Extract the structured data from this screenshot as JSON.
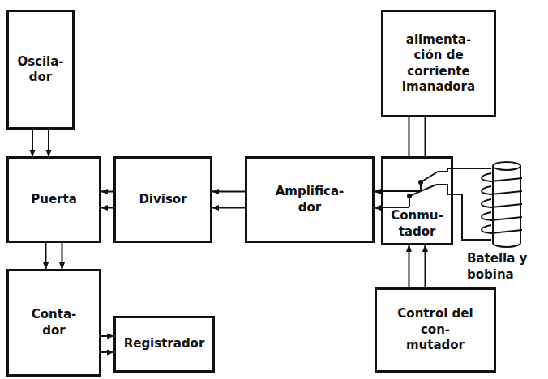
{
  "diagram": {
    "nodes": [
      {
        "text": [
          "Oscila- dor"
        ]
      },
      {
        "text": [
          "Puerta"
        ]
      },
      {
        "text": [
          "Divisor"
        ]
      },
      {
        "text": [
          "Amplifica- dor"
        ]
      },
      {
        "text": [
          "Conmu- tador"
        ]
      },
      {
        "text": [
          "alimenta- ción de corriente imanadora"
        ]
      },
      {
        "text": [
          "Control del con- mutador"
        ]
      },
      {
        "text": [
          "Conta- dor"
        ]
      },
      {
        "text": [
          "Registrador"
        ]
      }
    ],
    "edges": [
      {
        "from": 0,
        "to": 1,
        "arrow": "to"
      },
      {
        "from": 2,
        "to": 1,
        "arrow": "to"
      },
      {
        "from": 3,
        "to": 2,
        "arrow": "to"
      },
      {
        "from": 4,
        "to": 3,
        "arrow": "to"
      },
      {
        "from": 5,
        "to": 4,
        "arrow": "none"
      },
      {
        "from": 6,
        "to": 4,
        "arrow": "to"
      },
      {
        "from": 1,
        "to": 7,
        "arrow": "to"
      },
      {
        "from": 7,
        "to": 8,
        "arrow": "to"
      }
    ],
    "labels": [
      "Batella y bobina"
    ]
  }
}
